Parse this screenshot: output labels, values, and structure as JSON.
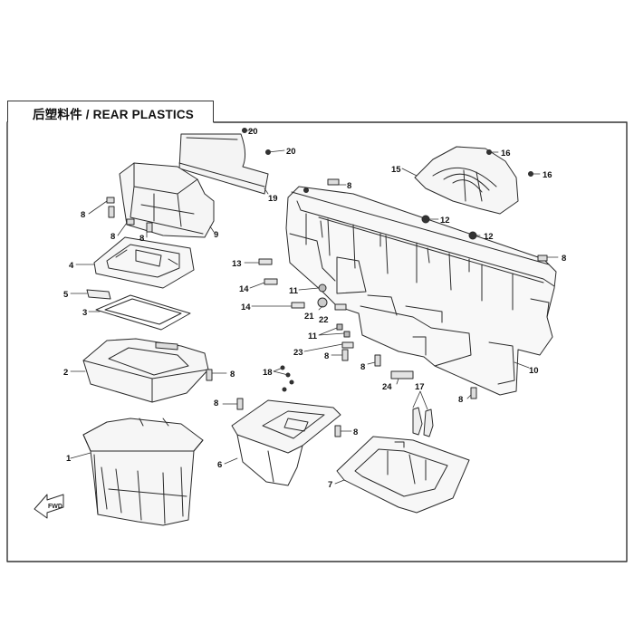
{
  "title": "后塑料件 / REAR PLASTICS",
  "fwd_label": "FWD",
  "callouts": [
    "1",
    "2",
    "3",
    "4",
    "5",
    "6",
    "7",
    "8",
    "9",
    "10",
    "11",
    "12",
    "13",
    "14",
    "15",
    "16",
    "17",
    "18",
    "19",
    "20",
    "21",
    "22",
    "23",
    "24"
  ]
}
